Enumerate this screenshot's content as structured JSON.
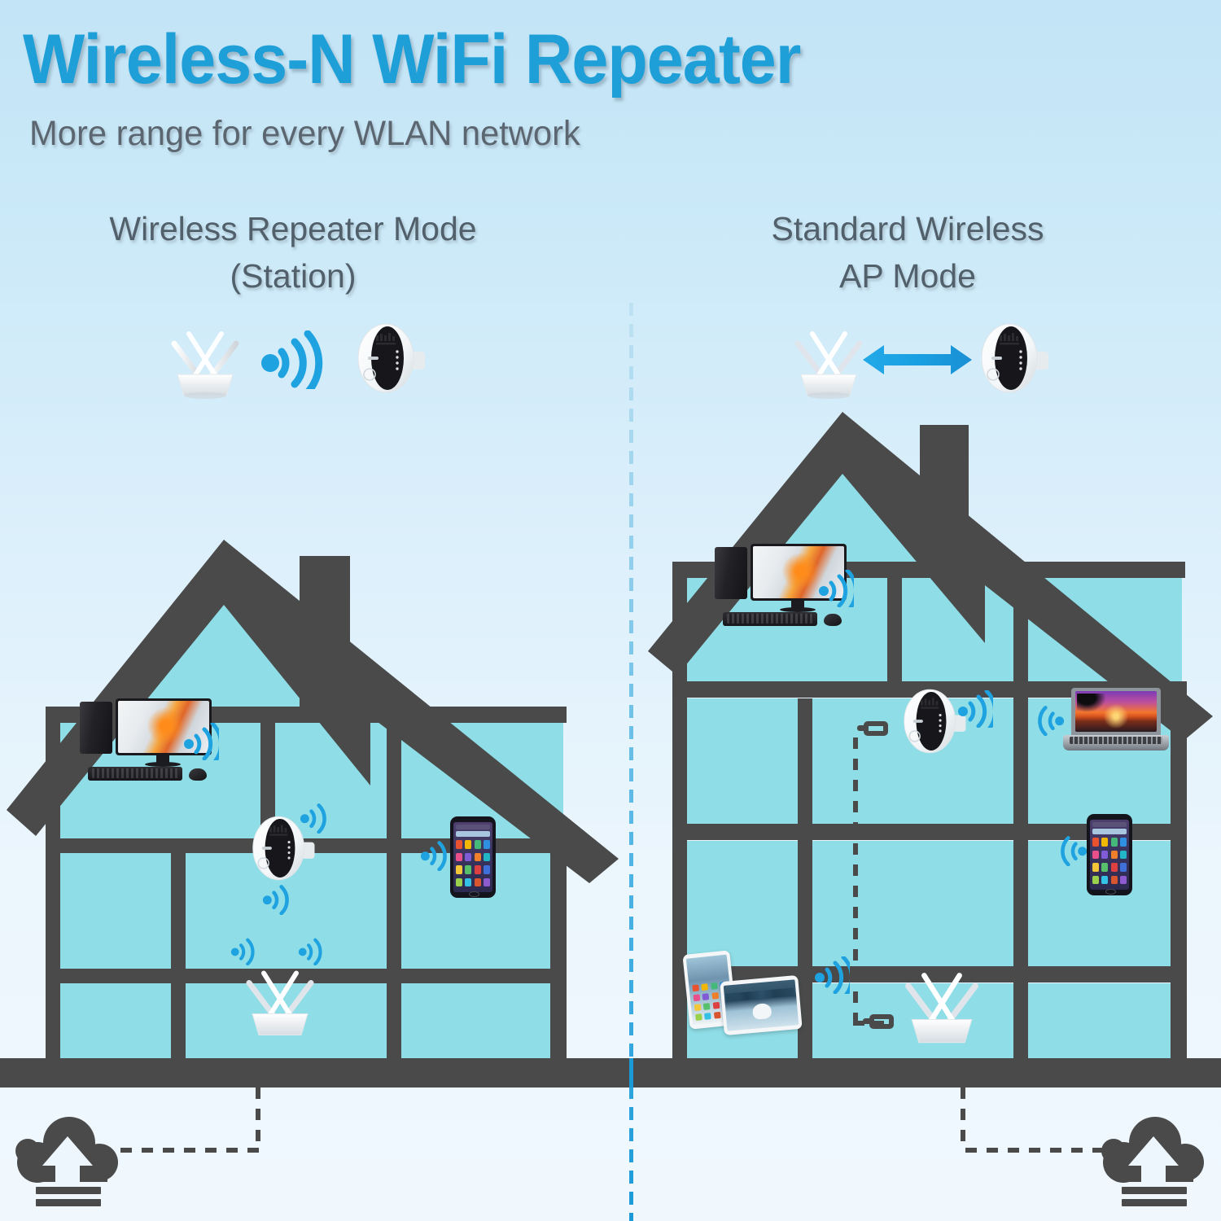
{
  "header": {
    "title": "Wireless-N WiFi Repeater",
    "subtitle": "More range for every WLAN network",
    "title_color": "#1e9fd8",
    "subtitle_color": "#5b6670"
  },
  "panels": {
    "left": {
      "heading_line1": "Wireless Repeater Mode",
      "heading_line2": "(Station)",
      "top_diagram": {
        "router_label": "wireless-router",
        "signal_label": "wifi-signal-arcs",
        "repeater_label": "wifi-repeater"
      },
      "house": {
        "floors": 3,
        "devices": [
          {
            "name": "desktop-computer",
            "room": "top-left",
            "wifi": true
          },
          {
            "name": "wifi-repeater",
            "room": "middle-center",
            "wifi": true
          },
          {
            "name": "smartphone",
            "room": "middle-right",
            "wifi": true
          },
          {
            "name": "wireless-router",
            "room": "bottom-center",
            "wifi": true
          }
        ]
      }
    },
    "right": {
      "heading_line1": "Standard Wireless",
      "heading_line2": "AP Mode",
      "top_diagram": {
        "router_label": "wireless-router",
        "signal_label": "bidirectional-arrow",
        "repeater_label": "wifi-repeater"
      },
      "house": {
        "floors": 4,
        "devices": [
          {
            "name": "desktop-computer",
            "room": "top-left",
            "wifi": true
          },
          {
            "name": "wifi-repeater",
            "room": "second-center",
            "wifi": true,
            "wired": true
          },
          {
            "name": "laptop",
            "room": "second-right",
            "wifi": true
          },
          {
            "name": "smartphone",
            "room": "third-right",
            "wifi": true
          },
          {
            "name": "tablets",
            "room": "bottom-left",
            "wifi": true
          },
          {
            "name": "wireless-router",
            "room": "bottom-center",
            "wired": true
          }
        ]
      }
    }
  },
  "internet": {
    "left_cloud_label": "internet-cloud-upload",
    "right_cloud_label": "internet-cloud-upload",
    "connection_style": "dashed-line"
  },
  "colors": {
    "accent_blue": "#1e9fd8",
    "wall_gray": "#4a4a4a",
    "room_cyan": "#8fdde6",
    "signal_blue": "#1fa3e0",
    "background_top": "#c2e4f6",
    "background_bottom": "#f0f8fe"
  }
}
